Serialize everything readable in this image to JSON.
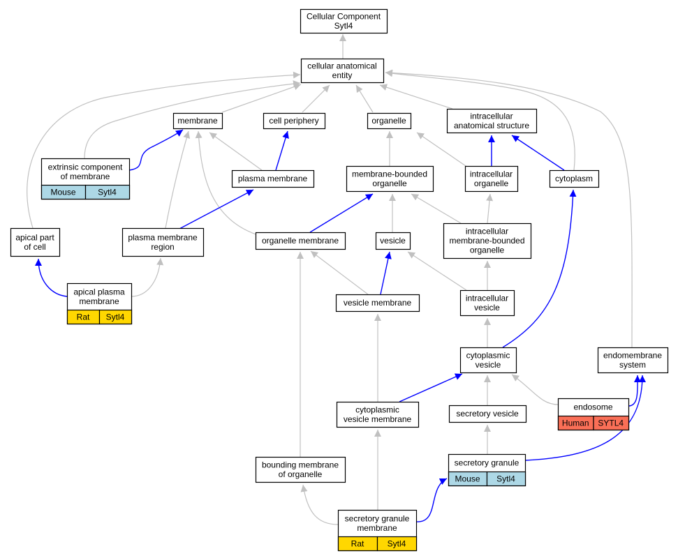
{
  "colors": {
    "edge_is_a": "#c0c0c0",
    "edge_part_of": "#0000ff",
    "mouse": "#add8e6",
    "rat": "#ffd700",
    "human": "#fa6f57",
    "node_fill": "#ffffff",
    "node_stroke": "#000000"
  },
  "nodes": {
    "root": [
      "Cellular Component",
      "Sytl4"
    ],
    "cae": [
      "cellular anatomical",
      "entity"
    ],
    "membrane": [
      "membrane"
    ],
    "cellper": [
      "cell periphery"
    ],
    "organelle": [
      "organelle"
    ],
    "ias": [
      "intracellular",
      "anatomical structure"
    ],
    "extrinsic": [
      "extrinsic component",
      "of membrane"
    ],
    "plasmamem": [
      "plasma membrane"
    ],
    "mbo": [
      "membrane-bounded",
      "organelle"
    ],
    "io": [
      "intracellular",
      "organelle"
    ],
    "cytoplasm": [
      "cytoplasm"
    ],
    "apicalpart": [
      "apical part",
      "of cell"
    ],
    "pmr": [
      "plasma membrane",
      "region"
    ],
    "orgmem": [
      "organelle membrane"
    ],
    "vesicle": [
      "vesicle"
    ],
    "imbo": [
      "intracellular",
      "membrane-bounded",
      "organelle"
    ],
    "apm": [
      "apical plasma",
      "membrane"
    ],
    "vesmem": [
      "vesicle membrane"
    ],
    "iv": [
      "intracellular",
      "vesicle"
    ],
    "cv": [
      "cytoplasmic",
      "vesicle"
    ],
    "endosys": [
      "endomembrane",
      "system"
    ],
    "cvm": [
      "cytoplasmic",
      "vesicle membrane"
    ],
    "secves": [
      "secretory vesicle"
    ],
    "endosome": [
      "endosome"
    ],
    "secgran": [
      "secretory granule"
    ],
    "bmo": [
      "bounding membrane",
      "of organelle"
    ],
    "sgm": [
      "secretory granule",
      "membrane"
    ]
  },
  "annotations": {
    "extrinsic": {
      "species": "Mouse",
      "gene": "Sytl4",
      "color": "#add8e6"
    },
    "apm": {
      "species": "Rat",
      "gene": "Sytl4",
      "color": "#ffd700"
    },
    "endosome": {
      "species": "Human",
      "gene": "SYTL4",
      "color": "#fa6f57"
    },
    "secgran": {
      "species": "Mouse",
      "gene": "Sytl4",
      "color": "#add8e6"
    },
    "sgm": {
      "species": "Rat",
      "gene": "Sytl4",
      "color": "#ffd700"
    }
  },
  "edges": [
    {
      "from": "cae",
      "to": "root",
      "rel": "is_a"
    },
    {
      "from": "membrane",
      "to": "cae",
      "rel": "is_a"
    },
    {
      "from": "cellper",
      "to": "cae",
      "rel": "is_a"
    },
    {
      "from": "organelle",
      "to": "cae",
      "rel": "is_a"
    },
    {
      "from": "ias",
      "to": "cae",
      "rel": "is_a"
    },
    {
      "from": "extrinsic",
      "to": "cae",
      "rel": "is_a"
    },
    {
      "from": "apicalpart",
      "to": "cae",
      "rel": "is_a"
    },
    {
      "from": "cytoplasm",
      "to": "cae",
      "rel": "is_a"
    },
    {
      "from": "endosys",
      "to": "cae",
      "rel": "is_a"
    },
    {
      "from": "extrinsic",
      "to": "membrane",
      "rel": "part_of"
    },
    {
      "from": "plasmamem",
      "to": "membrane",
      "rel": "is_a"
    },
    {
      "from": "plasmamem",
      "to": "cellper",
      "rel": "part_of"
    },
    {
      "from": "pmr",
      "to": "membrane",
      "rel": "is_a"
    },
    {
      "from": "orgmem",
      "to": "membrane",
      "rel": "is_a"
    },
    {
      "from": "pmr",
      "to": "plasmamem",
      "rel": "part_of"
    },
    {
      "from": "mbo",
      "to": "organelle",
      "rel": "is_a"
    },
    {
      "from": "io",
      "to": "organelle",
      "rel": "is_a"
    },
    {
      "from": "io",
      "to": "ias",
      "rel": "part_of"
    },
    {
      "from": "cytoplasm",
      "to": "ias",
      "rel": "part_of"
    },
    {
      "from": "orgmem",
      "to": "mbo",
      "rel": "part_of"
    },
    {
      "from": "vesicle",
      "to": "mbo",
      "rel": "is_a"
    },
    {
      "from": "imbo",
      "to": "mbo",
      "rel": "is_a"
    },
    {
      "from": "imbo",
      "to": "io",
      "rel": "is_a"
    },
    {
      "from": "apm",
      "to": "apicalpart",
      "rel": "part_of"
    },
    {
      "from": "apm",
      "to": "pmr",
      "rel": "is_a"
    },
    {
      "from": "vesmem",
      "to": "orgmem",
      "rel": "is_a"
    },
    {
      "from": "vesmem",
      "to": "vesicle",
      "rel": "part_of"
    },
    {
      "from": "iv",
      "to": "vesicle",
      "rel": "is_a"
    },
    {
      "from": "iv",
      "to": "imbo",
      "rel": "is_a"
    },
    {
      "from": "cv",
      "to": "iv",
      "rel": "is_a"
    },
    {
      "from": "cv",
      "to": "cytoplasm",
      "rel": "part_of"
    },
    {
      "from": "endosome",
      "to": "cv",
      "rel": "is_a"
    },
    {
      "from": "endosome",
      "to": "endosys",
      "rel": "part_of"
    },
    {
      "from": "cvm",
      "to": "cv",
      "rel": "part_of"
    },
    {
      "from": "cvm",
      "to": "vesmem",
      "rel": "is_a"
    },
    {
      "from": "secves",
      "to": "cv",
      "rel": "is_a"
    },
    {
      "from": "secgran",
      "to": "secves",
      "rel": "is_a"
    },
    {
      "from": "secgran",
      "to": "endosys",
      "rel": "part_of"
    },
    {
      "from": "bmo",
      "to": "orgmem",
      "rel": "is_a"
    },
    {
      "from": "sgm",
      "to": "bmo",
      "rel": "is_a"
    },
    {
      "from": "sgm",
      "to": "cvm",
      "rel": "is_a"
    },
    {
      "from": "sgm",
      "to": "secgran",
      "rel": "part_of"
    }
  ]
}
